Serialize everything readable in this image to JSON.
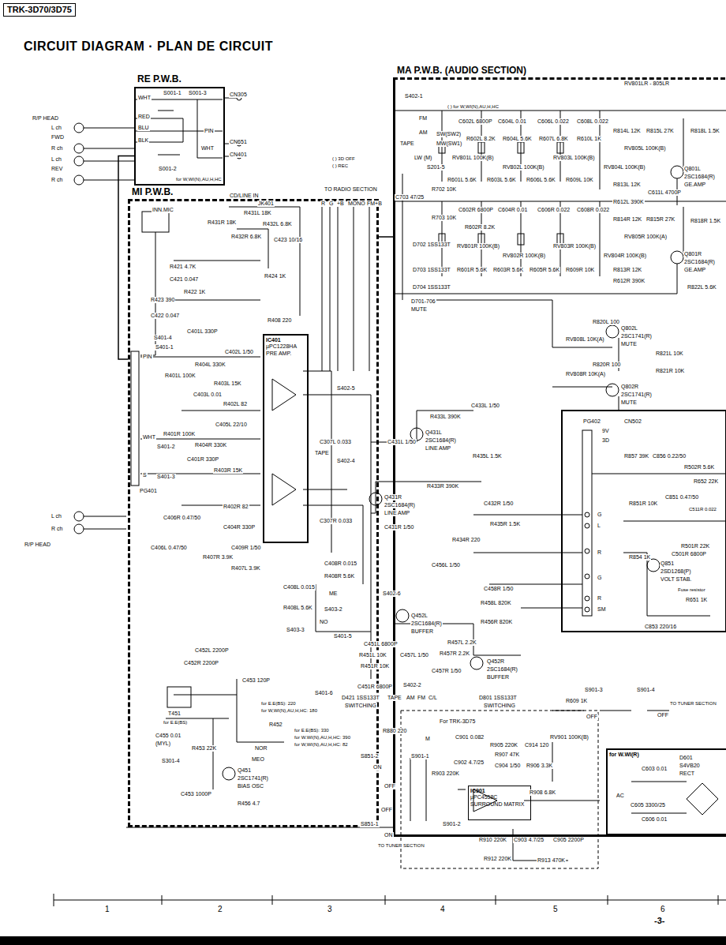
{
  "diagram": {
    "title": "CIRCUIT DIAGRAM · PLAN DE CIRCUIT",
    "nodes": [
      {
        "text": [
          "RE P.W.B."
        ]
      },
      {
        "text": [
          "MI P.W.B."
        ]
      },
      {
        "text": [
          "MA P.W.B. (AUDIO SECTION)"
        ]
      },
      {
        "text": [
          "IC401",
          "µPC1228HA",
          "PRE AMP."
        ],
        "in": 1
      },
      {
        "text": [
          "IC901",
          "µPC4558C",
          "SURROUND MATRIX"
        ],
        "in": 2
      },
      {
        "text": [
          "for W.WI(R)"
        ],
        "in": 2
      }
    ],
    "edges": [
      {
        "from": 0,
        "to": 1,
        "arrow": "none"
      },
      {
        "from": 1,
        "to": 2,
        "arrow": "none"
      }
    ],
    "labels": [
      "TRK-3D70/3D75",
      "R/P HEAD",
      "L ch",
      "FWD",
      "R ch",
      "L ch",
      "REV",
      "R ch",
      "WHT",
      "RED",
      "BLU",
      "BLK",
      "S001-1",
      "S001-3",
      "CN305",
      "CN651",
      "PIN",
      "CN401",
      "WHT",
      "S001-2",
      "for W,WI(N),AU,H,HC",
      "( ) 3D OFF",
      "( ) REC",
      "INN.MIC",
      "CD/LINE IN",
      "JK401",
      "TO RADIO SECTION",
      "R",
      "G",
      "+B",
      "MONO",
      "FM+B",
      "R431L 18K",
      "R432L 6.8K",
      "R431R 18K",
      "R432R 6.8K",
      "C423 10/16",
      "R421 4.7K",
      "R424 1K",
      "C421 0.047",
      "R423 390",
      "R422 1K",
      "C422 0.047",
      "R408 220",
      "C401L 330P",
      "C402L 1/50",
      "R404L 330K",
      "R403L 15K",
      "R401L 100K",
      "C403L 0.01",
      "R402L 82",
      "C405L 22/10",
      "S401-4",
      "S401-1",
      "PIN",
      "WHT",
      "S401-2",
      "S401-3",
      "S",
      "PG401",
      "C401R 330P",
      "R404R 330K",
      "R401R 100K",
      "R403R 15K",
      "R402R 82",
      "C406R 0.47/50",
      "C406L 0.47/50",
      "R407R 3.9K",
      "C409R 1/50",
      "C404R 330P",
      "R407L 3.9K",
      "C408R 0.015",
      "R408R 5.6K",
      "C408L 0.015",
      "R408L 5.6K",
      "ME",
      "NO",
      "S403-2",
      "S403-3",
      "S401-5",
      "S402-5",
      "S402-4",
      "C307L 0.033",
      "TAPE",
      "C307R 0.033",
      "Q431L",
      "2SC1684(R)",
      "LINE AMP",
      "R433L 390K",
      "C433L 1/50",
      "C431L 1/50",
      "R435L 1.5K",
      "Q431R",
      "2SC1684(R)",
      "LINE AMP",
      "R433R 390K",
      "C431R 1/50",
      "C432R 1/50",
      "R435R 1.5K",
      "R434R 220",
      "Q452L",
      "2SC1684(R)",
      "BUFFER",
      "C456L 1/50",
      "C458R 1/50",
      "R458L 820K",
      "R456R 820K",
      "R457L 2.2K",
      "Q452R",
      "2SC1684(R)",
      "BUFFER",
      "C451L 6800P",
      "R451L 10K",
      "C457L 1/50",
      "R457R 2.2K",
      "R451R 10K",
      "C457R 1/50",
      "C451R 6800P",
      "TAPE",
      "AM",
      "FM",
      "C/L",
      "S402-2",
      "S402-6",
      "D701-706",
      "MUTE",
      "D421 1SS133T",
      "SWITCHING",
      "D801 1SS133T",
      "SWITCHING",
      "T451",
      "C452L 2200P",
      "C452R 2200P",
      "C453 120P",
      "for E.E(BS): 220",
      "for W,WI(N),AU,H,HC: 180",
      "for E.E(BS)",
      "C455 0.01",
      "(MYL)",
      "R453 22K",
      "R452",
      "for E.E(BS): 330",
      "for W.WI(N),AU,H,HC: 390",
      "for W,WI(N),AU,H,HC: 82",
      "NOR",
      "MEO",
      "S401-6",
      "Q451",
      "2SC1741(R)",
      "BIAS OSC",
      "R456 4.7",
      "C453 1000P",
      "S301-4",
      "S851-2",
      "S851-1",
      "R880 220",
      "ON",
      "OFF",
      "OFF",
      "ON",
      "S901-1",
      "S901-2",
      "M",
      "For TRK-3D75",
      "C901 0.082",
      "C902 4.7/25",
      "R903 220K",
      "R905 220K",
      "R907 47K",
      "C904 1/50",
      "R906 3.3K",
      "C914 120",
      "RV901 100K(B)",
      "R908 6.8K",
      "R910 220K",
      "C903 4.7/25",
      "C905 2200P",
      "R912 220K",
      "R913 470K",
      "TO TUNER SECTION",
      "R609 1K",
      "S901-3",
      "OFF",
      "S901-4",
      "OFF",
      "TO TUNER SECTION",
      "D601",
      "S4VB20",
      "RECT",
      "AC",
      "C603 0.01",
      "C605 3300/25",
      "C606 0.01",
      "PG402",
      "CN502",
      "9V",
      "3D",
      "G",
      "L",
      "R",
      "G",
      "R",
      "SM",
      "R857 39K",
      "C856 0.22/50",
      "R502R 5.6K",
      "R652 22K",
      "R851R 10K",
      "C851 0.47/50",
      "C511R 0.022",
      "R501R 22K",
      "C501R 6800P",
      "Q851",
      "2SD1268(P)",
      "VOLT STAB.",
      "Fuse resistor",
      "R854 1K",
      "R651 1K",
      "C853 220/16",
      "Q802L",
      "2SC1741(R)",
      "MUTE",
      "Q802R",
      "2SC1741(R)",
      "MUTE",
      "RV808L 10K(A)",
      "R820L 100",
      "R821L 10K",
      "RV808R 10K(A)",
      "R820R 100",
      "R821R 10K",
      "Q801L",
      "2SC1684(R)",
      "GE.AMP",
      "Q801R",
      "2SC1684(R)",
      "GE.AMP",
      "RV801LR - 805LR",
      "S402-1",
      "FM",
      "AM",
      "TAPE",
      "SW(SW2)",
      "MW(SW1)",
      "( ) for W,WI(N),AU,H,HC",
      "LW (M)",
      "S201-5",
      "C703 47/25",
      "R702 10K",
      "R703 10K",
      "D702 1SS133T",
      "D703 1SS133T",
      "D704 1SS133T",
      "C602L 6800P",
      "C604L 0.01",
      "C606L 0.022",
      "C608L 0.022",
      "R814L 12K",
      "R815L 27K",
      "R818L 1.5K",
      "R602L 8.2K",
      "R604L 5.6K",
      "R607L 6.8K",
      "R610L 1K",
      "RV801L 100K(B)",
      "RV802L 100K(B)",
      "RV803L 100K(B)",
      "RV804L 100K(B)",
      "RV805L 100K(B)",
      "R601L 5.6K",
      "R603L 5.6K",
      "R606L 5.6K",
      "R609L 10K",
      "R813L 12K",
      "C611L 4700P",
      "R612L 390K",
      "C602R 6800P",
      "C604R 0.01",
      "C606R 0.022",
      "C608R 0.022",
      "R814R 12K",
      "R815R 27K",
      "R818R 1.5K",
      "R602R 8.2K",
      "RV801R 100K(B)",
      "RV802R 100K(B)",
      "RV803R 100K(B)",
      "RV804R 100K(B)",
      "RV805R 100K(A)",
      "R601R 5.6K",
      "R603R 5.6K",
      "R605R 5.6K",
      "R609R 10K",
      "R813R 12K",
      "R612R 390K",
      "R822L 5.6K",
      "1",
      "2",
      "3",
      "4",
      "5",
      "6",
      "-3-",
      "R/P HEAD",
      "L ch",
      "R ch"
    ]
  }
}
